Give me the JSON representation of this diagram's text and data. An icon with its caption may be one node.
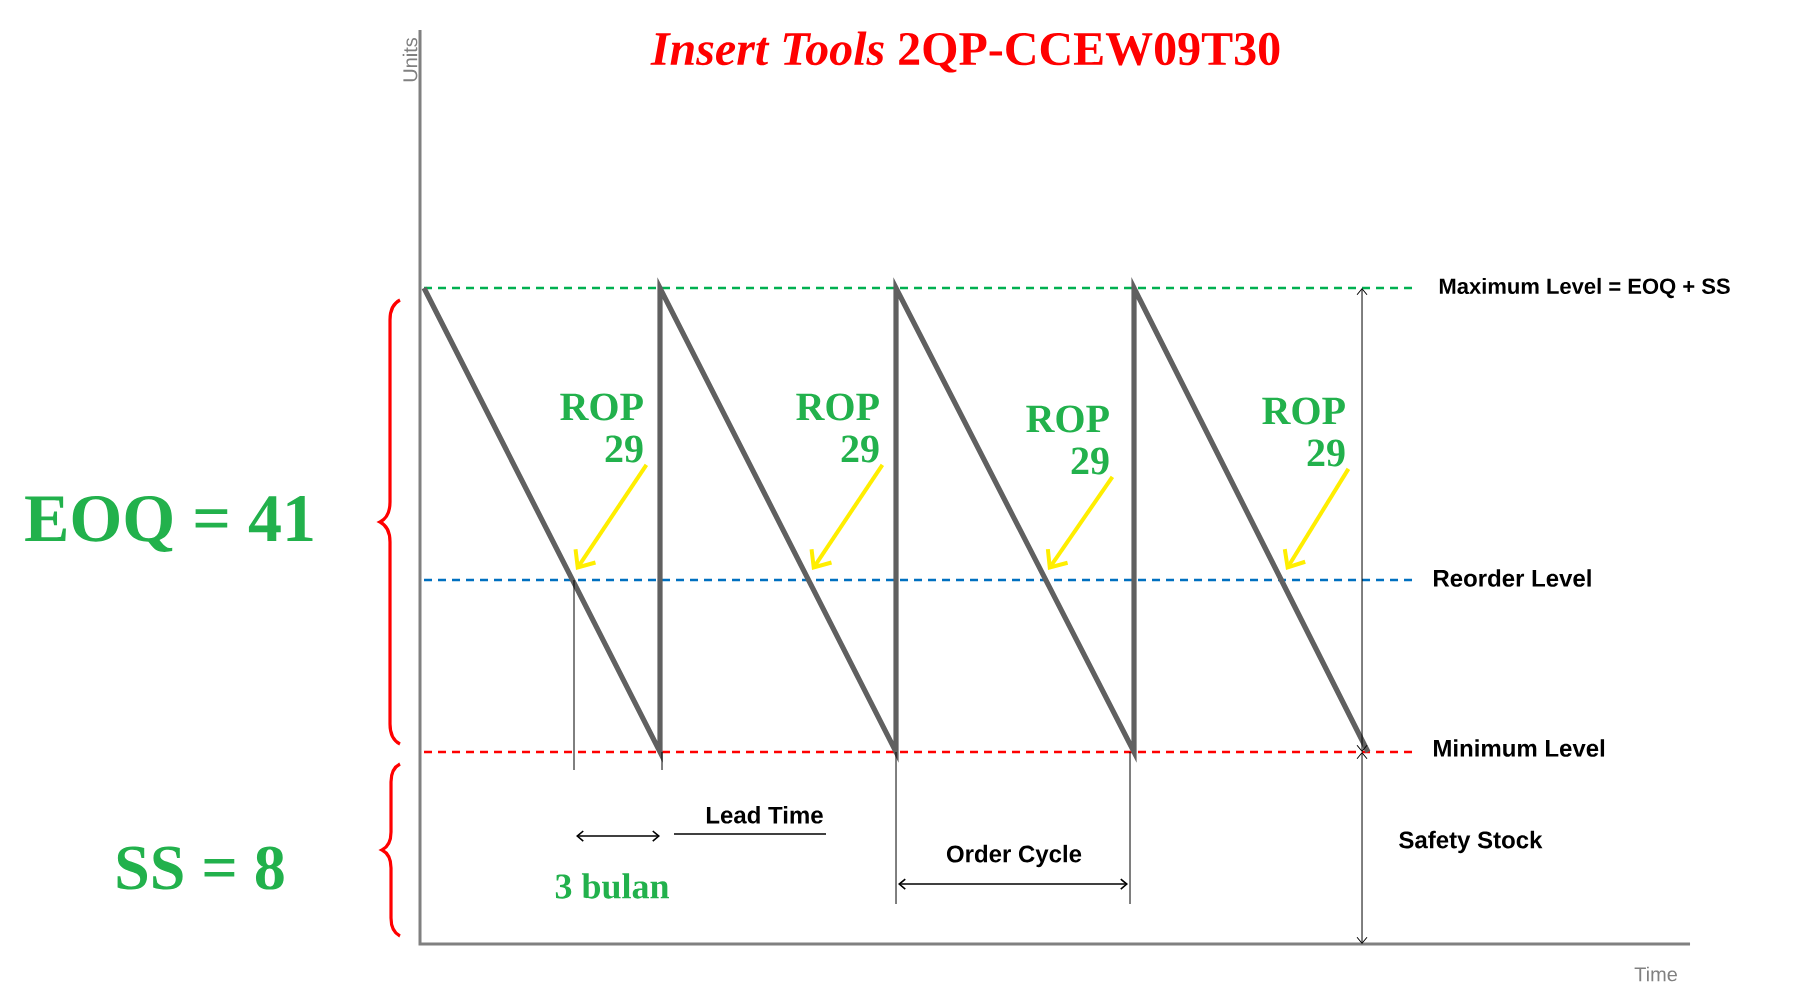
{
  "diagram": {
    "title": "*Insert Tools* 2QP-CCEW09T30",
    "nodes": [
      {
        "text": [
          "ROP 29"
        ]
      },
      {
        "text": [
          "ROP 29"
        ]
      },
      {
        "text": [
          "ROP 29"
        ]
      },
      {
        "text": [
          "ROP 29"
        ]
      },
      {
        "text": [
          "Lead Time"
        ]
      }
    ],
    "edges": [
      {
        "from": 0,
        "to": null,
        "arrow": "to"
      },
      {
        "from": 1,
        "to": null,
        "arrow": "to"
      },
      {
        "from": 2,
        "to": null,
        "arrow": "to"
      },
      {
        "from": 3,
        "to": null,
        "arrow": "to"
      },
      {
        "from": 4,
        "to": null,
        "arrow": "none",
        "color": "#000000"
      }
    ],
    "labels": [
      "Units",
      "Maximum Level = EOQ + SS",
      "EOQ = 41",
      "Reorder Level",
      "Minimum Level",
      "Safety Stock",
      "SS = 8",
      "Order Cycle",
      "3 bulan",
      "Time"
    ]
  }
}
